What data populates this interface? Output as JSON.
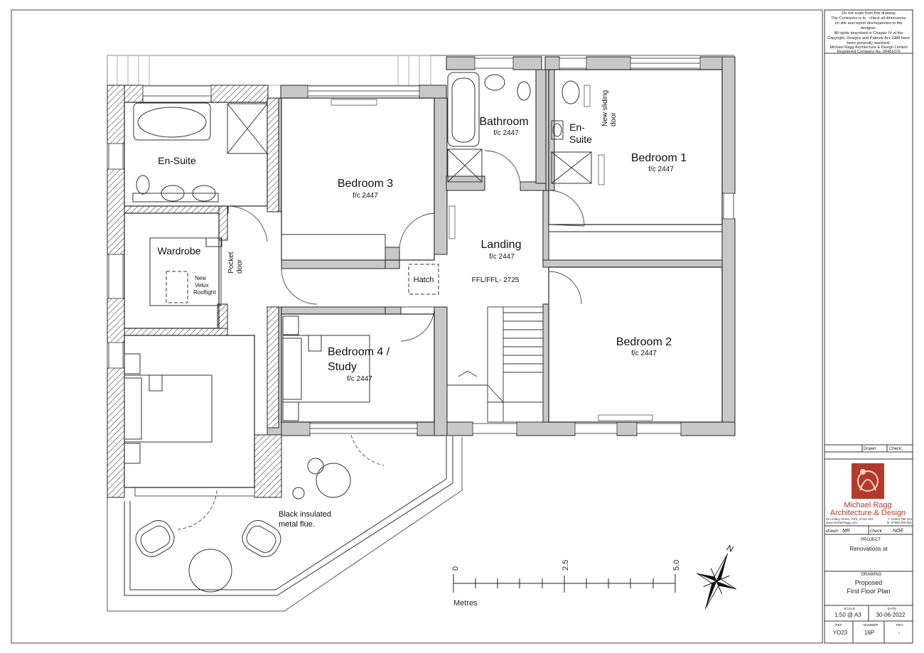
{
  "disclaimer": [
    "Do not scale from this drawing",
    "The Contractor is to . check all dimensions",
    "on site and report discrepancies to the",
    "designer.",
    "All rights described in Chapter IV of the",
    "Copyright, Designs and Patents Act 1988 have",
    "been generally asserted.",
    "Michael Ragg Architecture & Design Limited",
    "Registered Company No. 08481070"
  ],
  "revision_row": {
    "drawn_label": "Drawn:",
    "check_label": "Check:"
  },
  "company": {
    "name_line1": "Michael Ragg",
    "name_line2": "Architecture & Design",
    "address": "25 Lindley Street, York, YO24 4JG",
    "web": "www.michaelragg.com",
    "phone": "T. 01904 788 234",
    "mobile": "M. 07958 309 551",
    "brand_color": "#b43a2a"
  },
  "title_block": {
    "drawn_label": "drawn :",
    "drawn_value": "MR",
    "check_label": "check :",
    "check_value": "NOE",
    "project_label": "PROJECT",
    "project_value": "Renovations at",
    "drawing_label": "DRAWING",
    "drawing_line1": "Proposed",
    "drawing_line2": "First Floor Plan",
    "scale_label": "SCALE",
    "scale_value": "1:50 @ A3",
    "date_label": "DATE",
    "date_value": "30-06-2022",
    "ref_label": "REF",
    "ref_value": "YO23",
    "number_label": "NUMBER",
    "number_value": "16P",
    "rev_label": "REV",
    "rev_value": "-"
  },
  "rooms": {
    "bathroom": "Bathroom",
    "bathroom_fc": "f/c 2447",
    "ensuite_small_1": "En-",
    "ensuite_small_2": "Suite",
    "bedroom1": "Bedroom 1",
    "bedroom1_fc": "f/c 2447",
    "bedroom3": "Bedroom 3",
    "bedroom3_fc": "f/c 2447",
    "ensuite": "En-Suite",
    "wardrobe": "Wardrobe",
    "landing": "Landing",
    "landing_fc": "f/c 2447",
    "hatch": "Hatch",
    "ffl": "FFL/FFL- 2725",
    "bedroom2": "Bedroom 2",
    "bedroom2_fc": "f/c 2447",
    "bedroom4_line1": "Bedroom 4 /",
    "bedroom4_line2": "Study",
    "bedroom4_fc": "f/c 2447"
  },
  "notes": {
    "sliding_1": "New sliding",
    "sliding_2": "door",
    "pocket_1": "Pocket",
    "pocket_2": "door",
    "velux_1": "New",
    "velux_2": "Velux",
    "velux_3": "Rooflight",
    "flue_1": "Black insulated",
    "flue_2": "metal flue."
  },
  "scale_bar": {
    "tick_0": "0",
    "tick_mid": "2.5",
    "tick_end": "5.0",
    "units": "Metres"
  },
  "north": {
    "letter": "N"
  }
}
